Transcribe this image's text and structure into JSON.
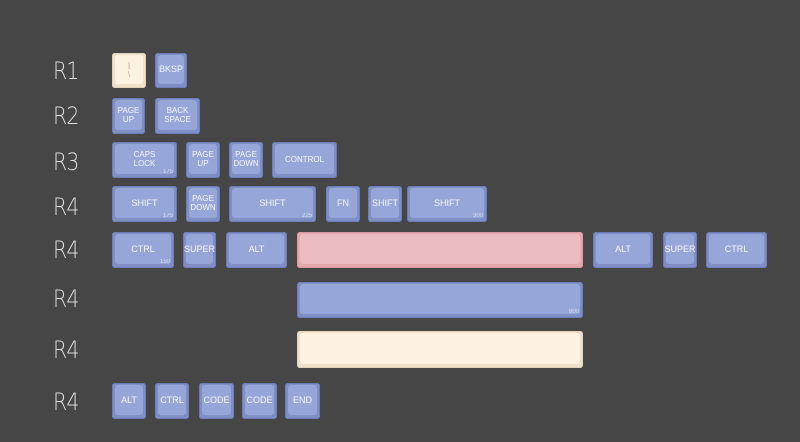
{
  "rows": [
    {
      "label": "R1",
      "keys": [
        {
          "label": "|\n\\",
          "size": "",
          "color": "cream"
        },
        {
          "label": "BKSP",
          "size": "",
          "color": "blue"
        }
      ]
    },
    {
      "label": "R2",
      "keys": [
        {
          "label": "PAGE\nUP",
          "size": "",
          "color": "blue"
        },
        {
          "label": "BACK\nSPACE",
          "size": "",
          "color": "blue"
        }
      ]
    },
    {
      "label": "R3",
      "keys": [
        {
          "label": "CAPS\nLOCK",
          "size": "175",
          "color": "blue"
        },
        {
          "label": "PAGE\nUP",
          "size": "",
          "color": "blue"
        },
        {
          "label": "PAGE\nDOWN",
          "size": "",
          "color": "blue"
        },
        {
          "label": "CONTROL",
          "size": "",
          "color": "blue"
        }
      ]
    },
    {
      "label": "R4",
      "keys": [
        {
          "label": "SHIFT",
          "size": "175",
          "color": "blue"
        },
        {
          "label": "PAGE\nDOWN",
          "size": "",
          "color": "blue"
        },
        {
          "label": "SHIFT",
          "size": "225",
          "color": "blue"
        },
        {
          "label": "FN",
          "size": "",
          "color": "blue"
        },
        {
          "label": "SHIFT",
          "size": "",
          "color": "blue"
        },
        {
          "label": "SHIFT",
          "size": "300",
          "color": "blue"
        }
      ]
    },
    {
      "label": "R4",
      "keys": [
        {
          "label": "CTRL",
          "size": "150",
          "color": "blue"
        },
        {
          "label": "SUPER",
          "size": "",
          "color": "blue"
        },
        {
          "label": "ALT",
          "size": "",
          "color": "blue"
        },
        {
          "label": "",
          "size": "",
          "color": "pink"
        },
        {
          "label": "ALT",
          "size": "",
          "color": "blue"
        },
        {
          "label": "SUPER",
          "size": "",
          "color": "blue"
        },
        {
          "label": "CTRL",
          "size": "",
          "color": "blue"
        }
      ]
    },
    {
      "label": "R4",
      "keys": [
        {
          "label": "",
          "size": "800",
          "color": "blue"
        }
      ]
    },
    {
      "label": "R4",
      "keys": [
        {
          "label": "",
          "size": "",
          "color": "cream"
        }
      ]
    },
    {
      "label": "R4",
      "keys": [
        {
          "label": "ALT",
          "size": "",
          "color": "blue"
        },
        {
          "label": "CTRL",
          "size": "",
          "color": "blue"
        },
        {
          "label": "CODE",
          "size": "",
          "color": "blue"
        },
        {
          "label": "CODE",
          "size": "",
          "color": "blue"
        },
        {
          "label": "END",
          "size": "",
          "color": "blue"
        }
      ]
    }
  ]
}
